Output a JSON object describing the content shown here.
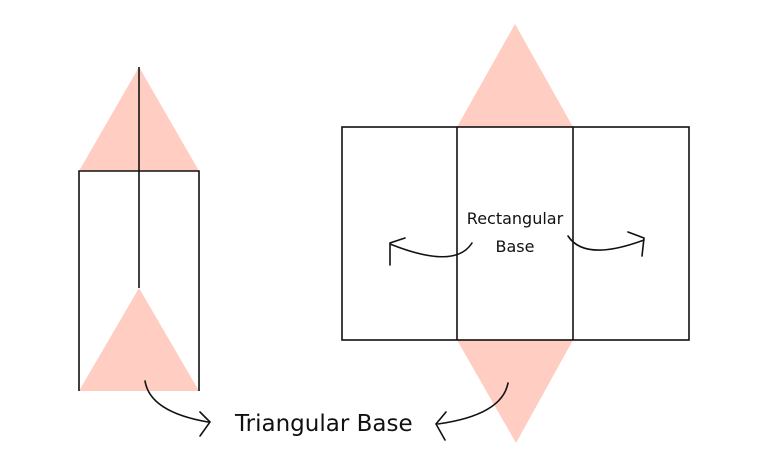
{
  "labels": {
    "triangular_base": "Triangular Base",
    "rectangular_base_line1": "Rectangular",
    "rectangular_base_line2": "Base"
  },
  "colors": {
    "triangle_fill": "#FFCDC1",
    "stroke": "#111111"
  }
}
